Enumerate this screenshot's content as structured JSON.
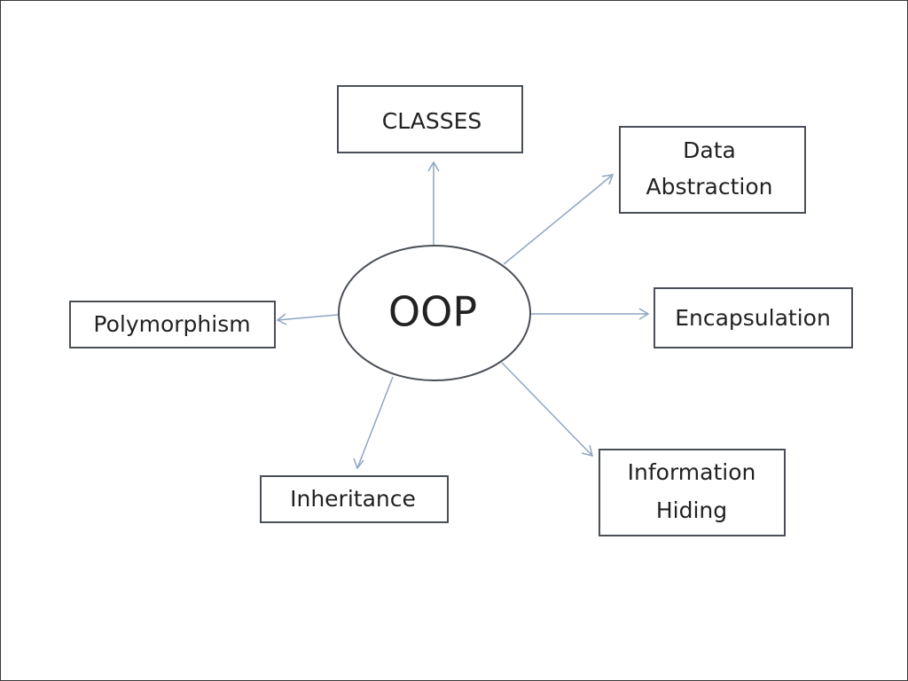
{
  "center": {
    "label": "OOP"
  },
  "nodes": [
    {
      "id": "classes",
      "lines": [
        "CLASSES"
      ]
    },
    {
      "id": "data-abstraction",
      "lines": [
        "Data",
        "Abstraction"
      ]
    },
    {
      "id": "encapsulation",
      "lines": [
        "Encapsulation"
      ]
    },
    {
      "id": "information-hiding",
      "lines": [
        "Information",
        "Hiding"
      ]
    },
    {
      "id": "inheritance",
      "lines": [
        "Inheritance"
      ]
    },
    {
      "id": "polymorphism",
      "lines": [
        "Polymorphism"
      ]
    }
  ],
  "colors": {
    "box_border": "#4a4f57",
    "arrow": "#8ea6c3",
    "text": "#222222"
  }
}
